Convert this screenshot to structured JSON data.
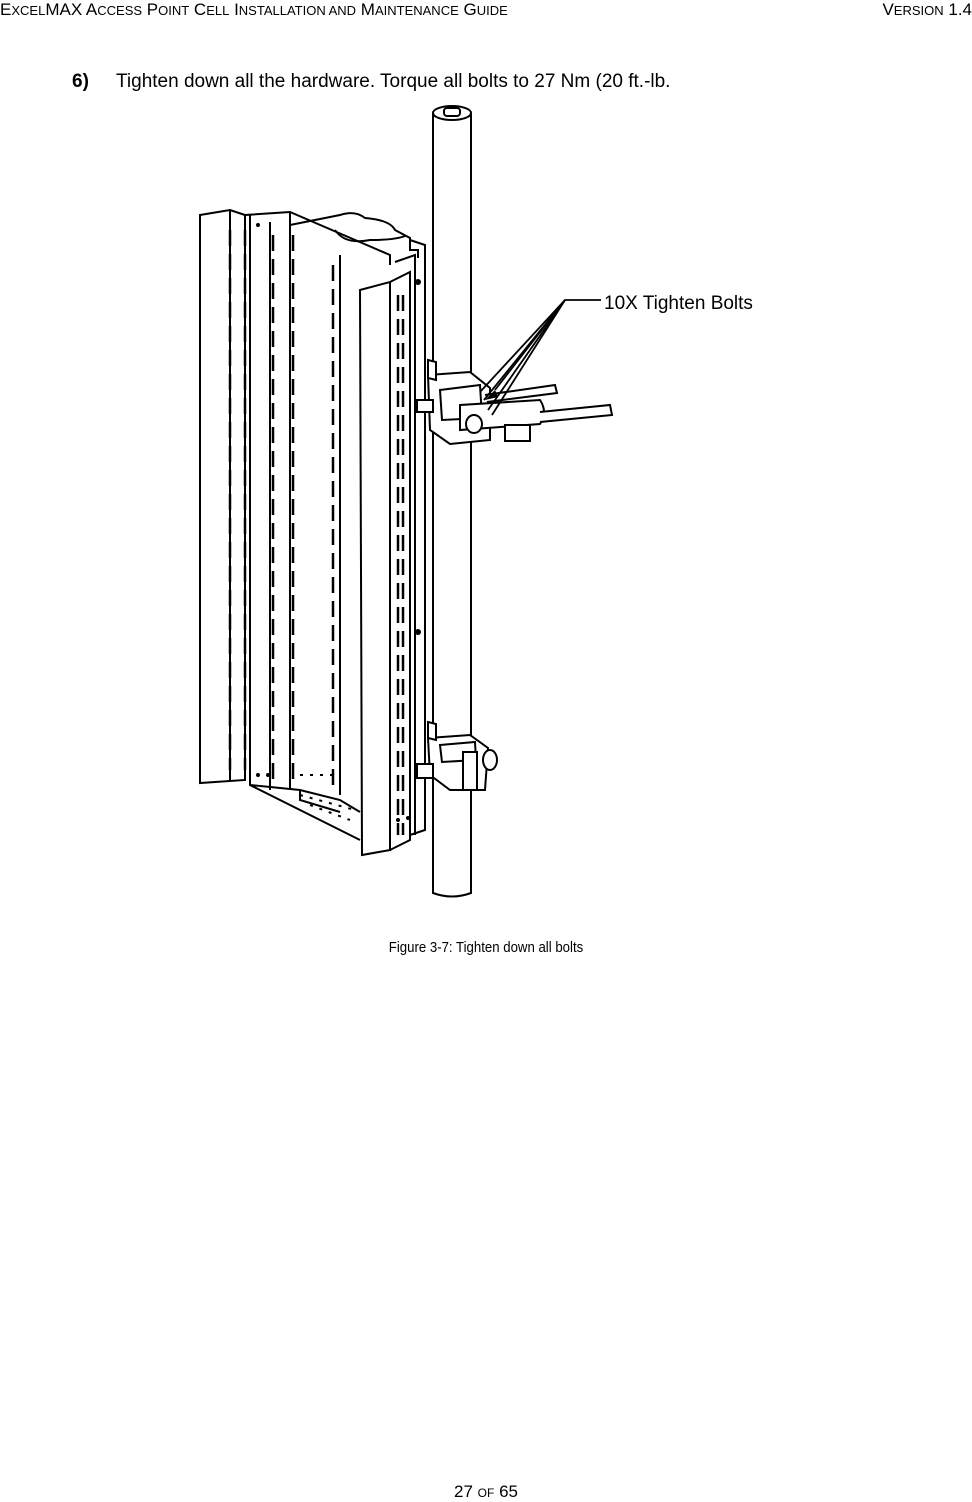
{
  "header": {
    "doc_title": "EXCELMAX ACCESS POINT CELL INSTALLATION AND MAINTENANCE GUIDE",
    "version": "VERSION 1.4"
  },
  "step": {
    "number": "6)",
    "text": "Tighten down all the hardware. Torque all bolts to 27 Nm (20 ft.-lb."
  },
  "figure": {
    "callout": "10X Tighten Bolts",
    "caption": "Figure 3-7: Tighten down all bolts"
  },
  "footer": {
    "page": "27",
    "of": "OF",
    "total": "65"
  }
}
